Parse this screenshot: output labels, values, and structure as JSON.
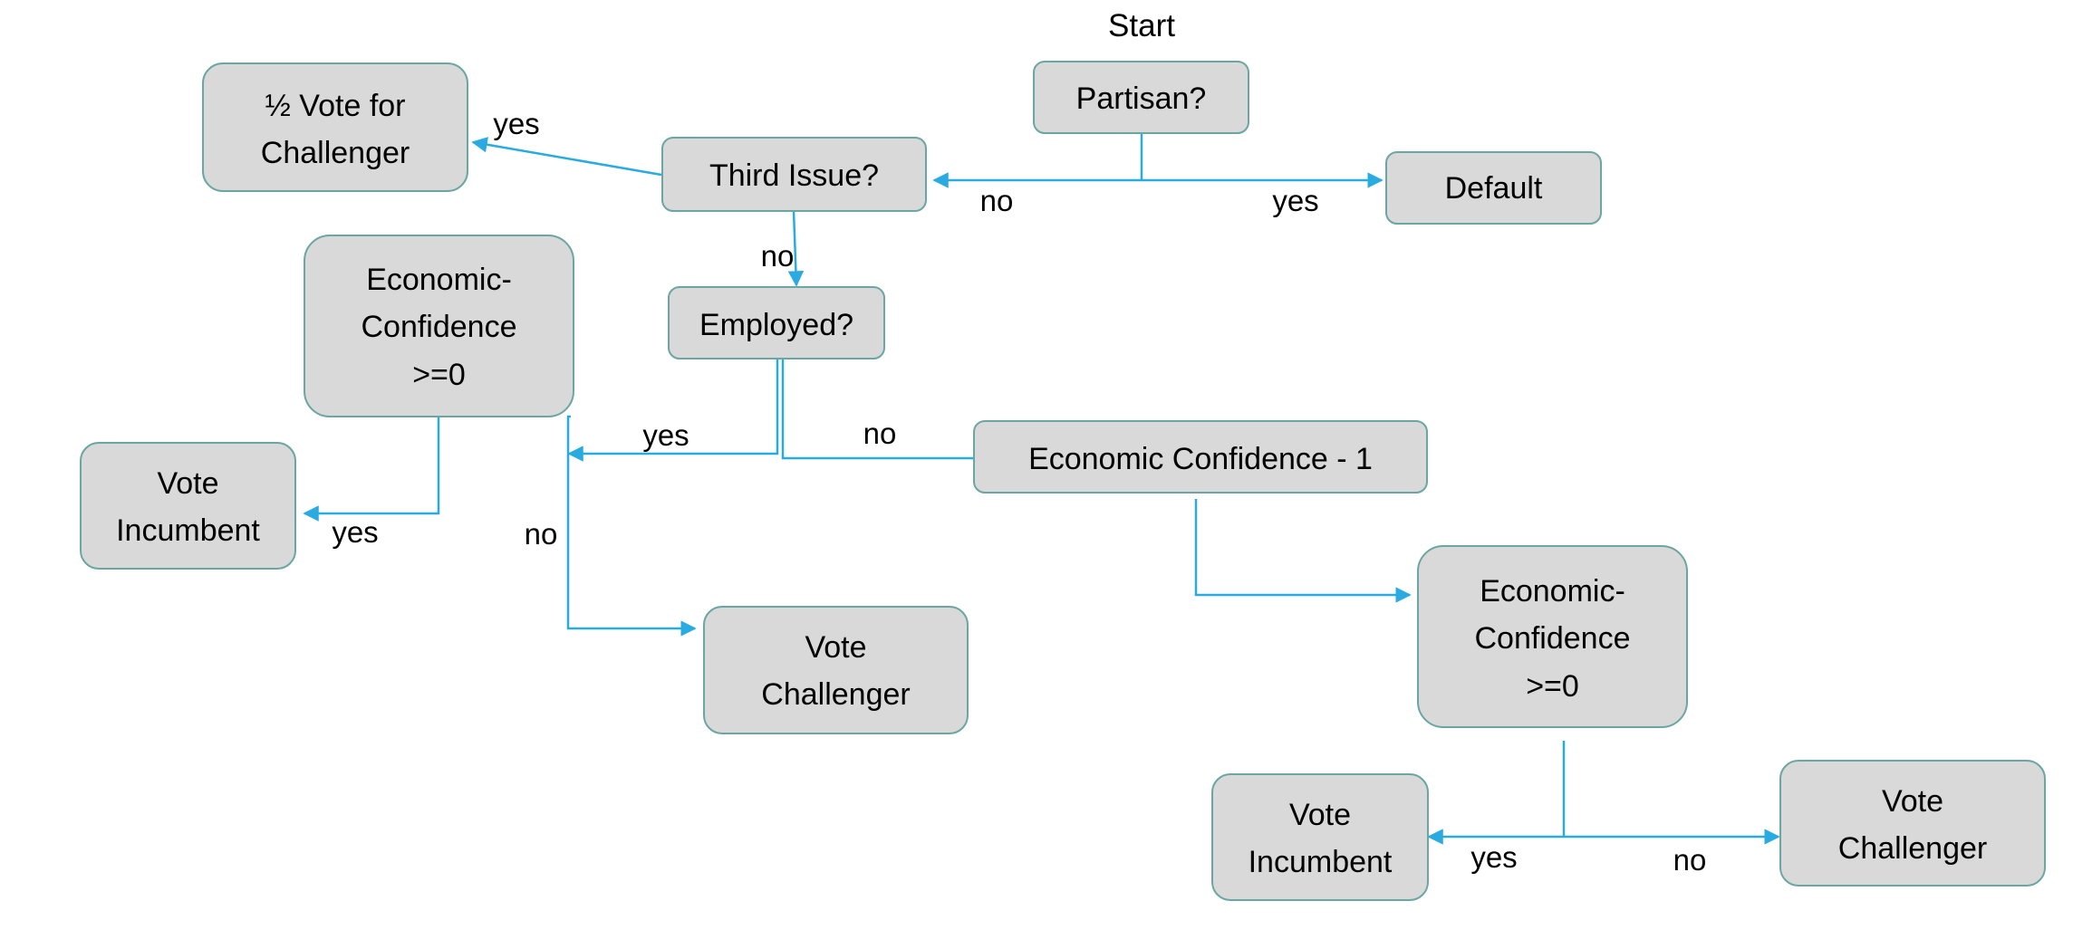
{
  "diagram": {
    "start_label": "Start",
    "nodes": {
      "partisan": [
        "Partisan?"
      ],
      "default": [
        "Default"
      ],
      "third_issue": [
        "Third Issue?"
      ],
      "half_vote": [
        "½ Vote for",
        "Challenger"
      ],
      "employed": [
        "Employed?"
      ],
      "econ_conf_left": [
        "Economic-",
        "Confidence",
        ">=0"
      ],
      "vote_incumbent_left": [
        "Vote",
        "Incumbent"
      ],
      "vote_challenger_mid": [
        "Vote",
        "Challenger"
      ],
      "econ_conf_minus": [
        "Economic Confidence - 1"
      ],
      "econ_conf_right": [
        "Economic-",
        "Confidence",
        ">=0"
      ],
      "vote_incumbent_right": [
        "Vote",
        "Incumbent"
      ],
      "vote_challenger_right": [
        "Vote",
        "Challenger"
      ]
    },
    "edge_labels": {
      "partisan_no": "no",
      "partisan_yes": "yes",
      "third_issue_yes": "yes",
      "third_issue_no": "no",
      "employed_yes": "yes",
      "employed_no": "no",
      "econ_left_yes": "yes",
      "econ_left_no": "no",
      "econ_right_yes": "yes",
      "econ_right_no": "no"
    },
    "colors": {
      "node_fill": "#d9d9d9",
      "node_border": "#6aa6a2",
      "edge": "#29abe2",
      "text": "#000000"
    }
  }
}
